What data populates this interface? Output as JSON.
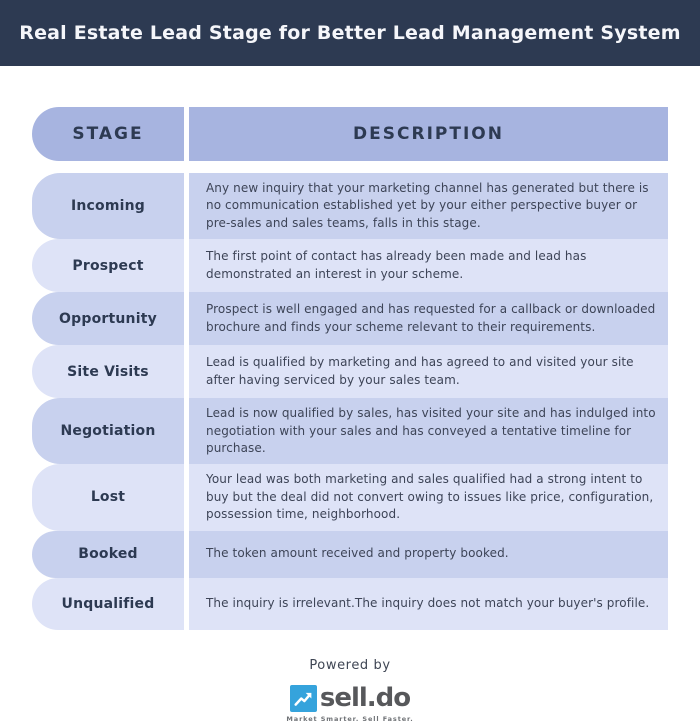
{
  "banner": {
    "title": "Real Estate Lead Stage for Better Lead Management System"
  },
  "table": {
    "headers": {
      "stage": "STAGE",
      "description": "DESCRIPTION"
    },
    "rows": [
      {
        "stage": "Incoming",
        "description": "Any new inquiry that your marketing channel has generated but there is no communication established yet by your either perspective buyer or pre-sales and sales teams, falls in this stage."
      },
      {
        "stage": "Prospect",
        "description": "The first point of contact has already been made and lead has demonstrated an interest in your scheme."
      },
      {
        "stage": "Opportunity",
        "description": "Prospect is well engaged and has requested for a callback or downloaded brochure and finds your scheme relevant to their requirements."
      },
      {
        "stage": "Site Visits",
        "description": "Lead is qualified by marketing and has agreed to and visited your site after having serviced by your sales team."
      },
      {
        "stage": "Negotiation",
        "description": "Lead is now qualified by sales, has visited your site and has indulged into negotiation with your sales and has conveyed a tentative timeline for purchase."
      },
      {
        "stage": "Lost",
        "description": "Your lead was both marketing and sales qualified had a strong intent to buy but the deal did not convert owing to issues like price, configuration, possession time, neighborhood."
      },
      {
        "stage": "Booked",
        "description": "The token amount received and property booked."
      },
      {
        "stage": "Unqualified",
        "description": "The inquiry is irrelevant.The inquiry does not match your buyer's profile."
      }
    ]
  },
  "footer": {
    "powered_by": "Powered by",
    "logo_text": "sell.do",
    "tagline": "Market Smarter. Sell Faster.",
    "logo_icon": "trending-up-arrow-icon"
  },
  "colors": {
    "banner_bg": "#2d3a52",
    "header_row_bg": "#a7b4e0",
    "row_odd_bg": "#c8d1ee",
    "row_even_bg": "#dee3f7",
    "heading_text": "#2d3a52",
    "description_text": "#3d4457",
    "logo_blue": "#35a3dc",
    "logo_gray": "#57585b"
  }
}
